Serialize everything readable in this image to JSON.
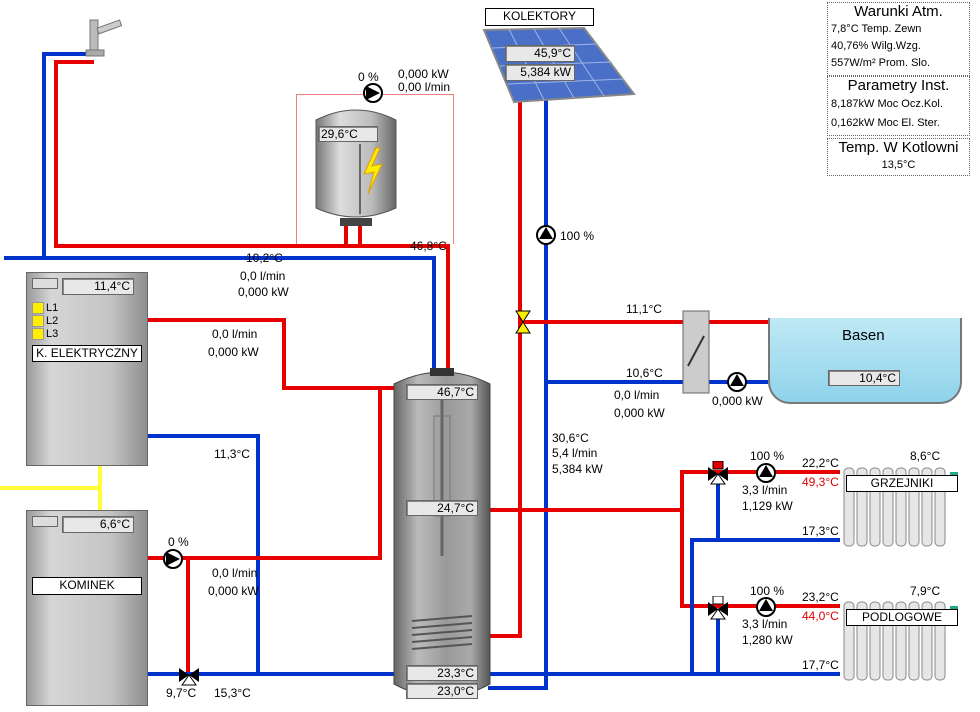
{
  "info": {
    "atm_title": "Warunki Atm.",
    "atm_lines": [
      "7,8°C Temp. Zewn",
      "40,76% Wilg.Wzg.",
      "557W/m² Prom. Slo."
    ],
    "inst_title": "Parametry Inst.",
    "inst_lines": [
      "8,187kW Moc Ocz.Kol.",
      "0,162kW Moc El. Ster."
    ],
    "boiler_title": "Temp. W Kotlowni",
    "boiler_value": "13,5°C"
  },
  "collectors": {
    "title": "KOLEKTORY",
    "temp": "45,9°C",
    "power": "5,384 kW",
    "pump_pct": "100 %"
  },
  "electric_heater": {
    "pump_pct": "0 %",
    "power": "0,000 kW",
    "flow": "0,00 l/min",
    "tank_temp": "29,6°C",
    "out_temp": "46,8°C"
  },
  "cold_water": {
    "temp": "10,2°C",
    "flow": "0,0 l/min",
    "power": "0,000 kW"
  },
  "k_elektryczny": {
    "name": "K. ELEKTRYCZNY",
    "temp": "11,4°C",
    "l1": "L1",
    "l2": "L2",
    "l3": "L3",
    "flow": "0,0 l/min",
    "power": "0,000 kW",
    "return_temp": "11,3°C"
  },
  "kominek": {
    "name": "KOMINEK",
    "temp": "6,6°C",
    "pump_pct": "0 %",
    "flow": "0,0 l/min",
    "power": "0,000 kW",
    "t1": "9,7°C",
    "t2": "15,3°C"
  },
  "tank": {
    "top": "46,7°C",
    "mid": "24,7°C",
    "bot1": "23,3°C",
    "bot2": "23,0°C"
  },
  "solar_loop": {
    "temp": "30,6°C",
    "flow": "5,4 l/min",
    "power": "5,384 kW"
  },
  "pool": {
    "name": "Basen",
    "temp": "10,4°C",
    "hx_in": "11,1°C",
    "hx_out": "10,6°C",
    "flow": "0,0 l/min",
    "power": "0,000 kW",
    "pump_power": "0,000 kW"
  },
  "grzejniki": {
    "name": "GRZEJNIKI",
    "pump_pct": "100 %",
    "supply": "22,2°C",
    "set": "49,3°C",
    "return": "17,3°C",
    "room": "8,6°C",
    "flow": "3,3 l/min",
    "power": "1,129 kW"
  },
  "podlogowe": {
    "name": "PODLOGOWE",
    "pump_pct": "100 %",
    "supply": "23,2°C",
    "set": "44,0°C",
    "return": "17,7°C",
    "room": "7,9°C",
    "flow": "3,3 l/min",
    "power": "1,280 kW"
  }
}
